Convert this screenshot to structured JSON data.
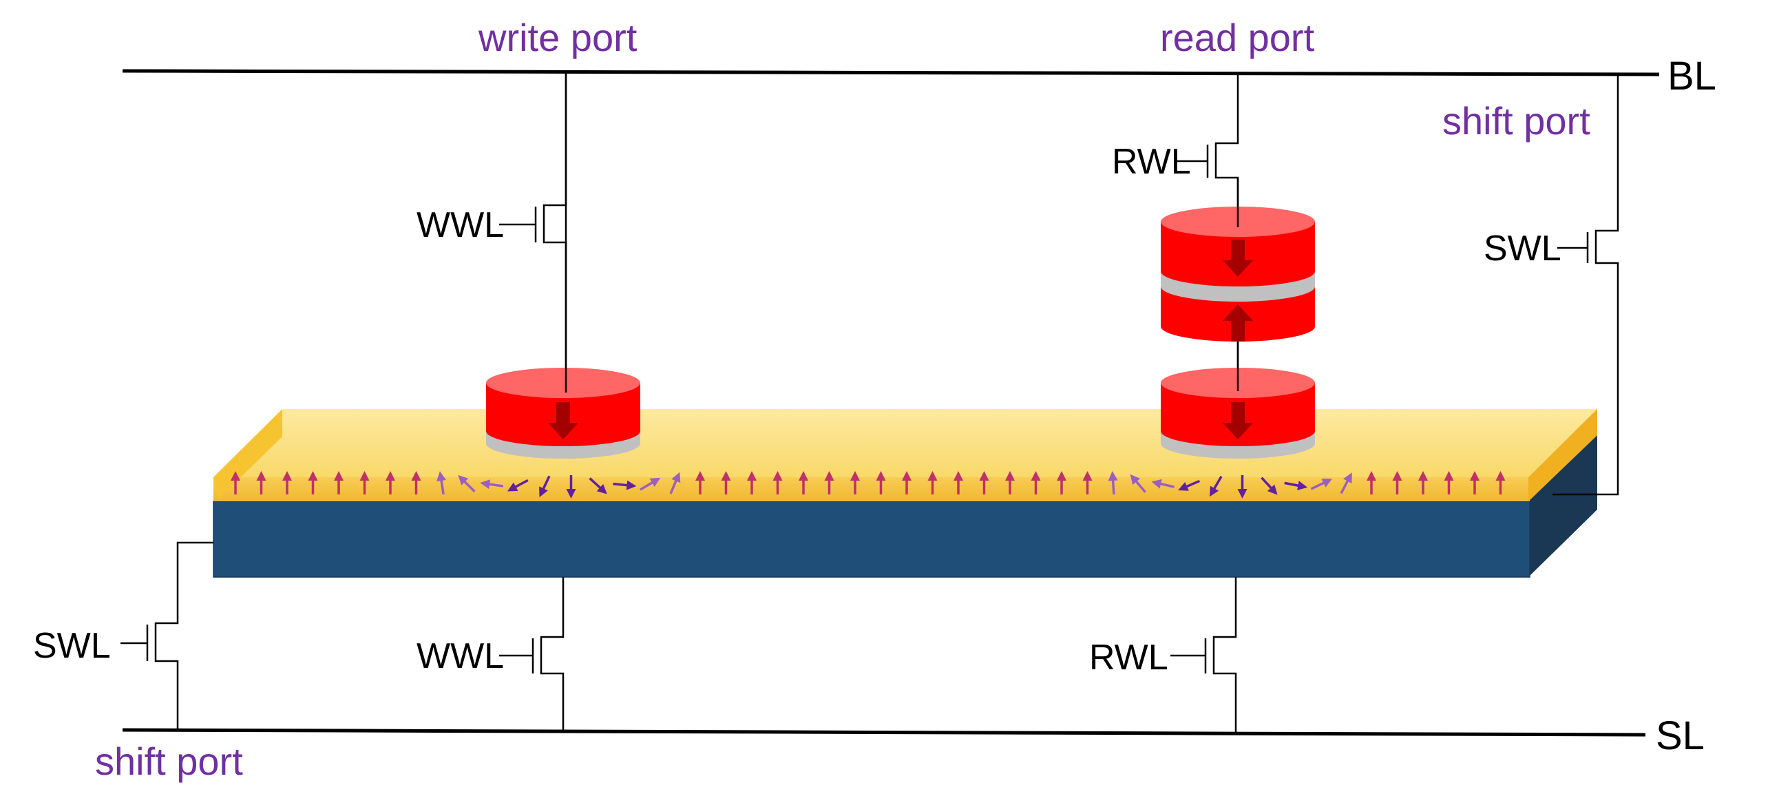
{
  "rails": {
    "bl": "BL",
    "sl": "SL"
  },
  "ports": {
    "write": "write port",
    "read": "read port",
    "shift_right": "shift port",
    "shift_left": "shift port"
  },
  "transistors": {
    "wwl_top": "WWL",
    "wwl_bottom": "WWL",
    "rwl_top": "RWL",
    "rwl_bottom": "RWL",
    "swl_right": "SWL",
    "swl_left": "SWL"
  },
  "colors": {
    "port_label": "#7030a0",
    "track_front": "#1f4e79",
    "track_side": "#1a3754",
    "track_top": "#fce58f",
    "track_edge": "#f6c431",
    "mtj_red": "#ff0000",
    "mtj_top": "#ff6666",
    "mtj_spacer": "#c0c0c0",
    "mtj_arrow": "#a50000",
    "spin_arrow": "#c0306a",
    "skyrmion_arrow": "#6020a0"
  },
  "icons": {
    "magnetization": "block-arrow",
    "spin": "small-arrow"
  }
}
